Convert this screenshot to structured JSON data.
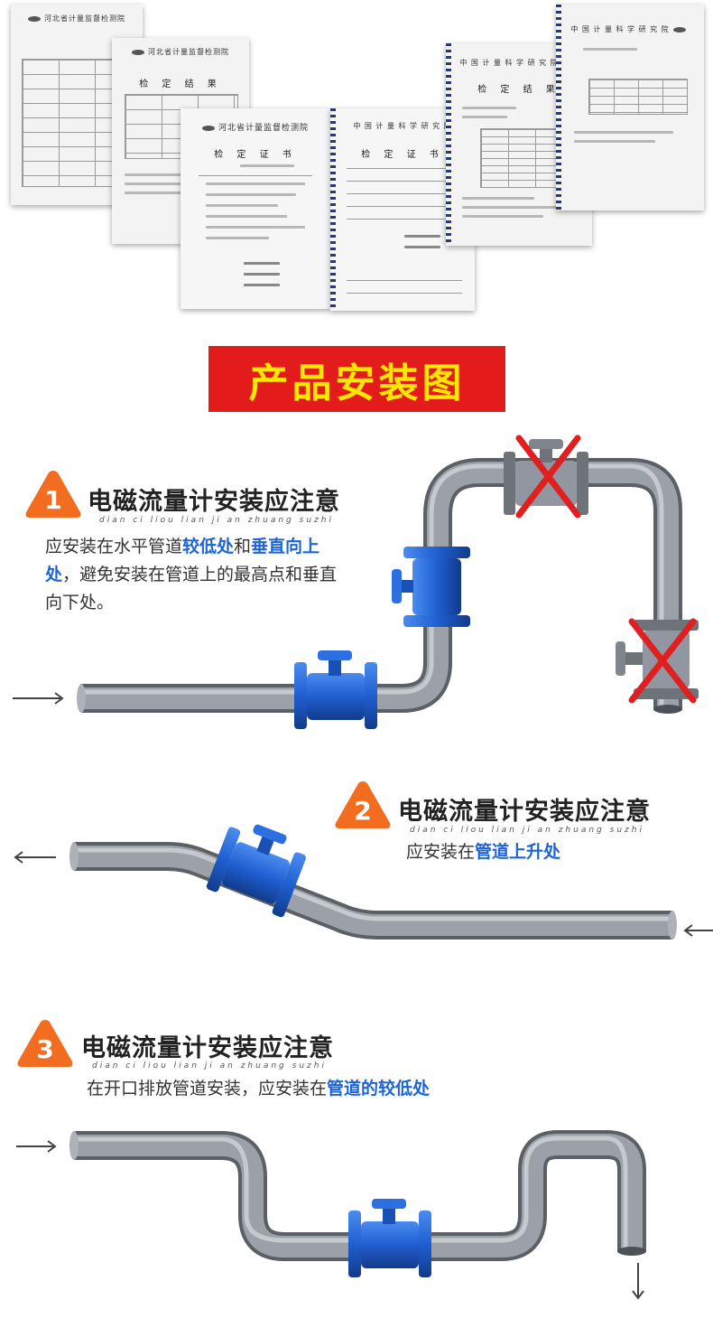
{
  "documents": [
    {
      "institute": "河北省计量监督检测院",
      "title": ""
    },
    {
      "institute": "河北省计量监督检测院",
      "title": "检 定 结 果"
    },
    {
      "institute": "河北省计量监督检测院",
      "title": "检 定 证 书"
    },
    {
      "institute": "中 国 计 量 科 学 研 究 院",
      "title": "检 定 证 书"
    },
    {
      "institute": "中 国 计 量 科 学 研 究 院",
      "title": "检 定 结 果"
    },
    {
      "institute": "中 国 计 量 科 学 研 究 院",
      "title": ""
    }
  ],
  "banner": {
    "text": "产品安装图",
    "bg": "#e31b1b",
    "color": "#ffe600"
  },
  "sections": [
    {
      "number": "1",
      "title": "电磁流量计安装应注意",
      "pinyin": "dian ci liou lian ji an zhuang suzhi",
      "desc": [
        {
          "text": "应安装在水平管道",
          "hl": false
        },
        {
          "text": "较低处",
          "hl": true
        },
        {
          "text": "和",
          "hl": false
        },
        {
          "text": "垂直向上处",
          "hl": true
        },
        {
          "text": "，避免安装在管道上的最高点和垂直向下处。",
          "hl": false
        }
      ]
    },
    {
      "number": "2",
      "title": "电磁流量计安装应注意",
      "pinyin": "dian ci liou lian ji an zhuang suzhi",
      "desc": [
        {
          "text": "应安装在",
          "hl": false
        },
        {
          "text": "管道上升处",
          "hl": true
        }
      ]
    },
    {
      "number": "3",
      "title": "电磁流量计安装应注意",
      "pinyin": "dian ci liou lian ji an zhuang suzhi",
      "desc": [
        {
          "text": "在开口排放管道安装，应安装在",
          "hl": false
        },
        {
          "text": "管道的较低处",
          "hl": true
        }
      ]
    }
  ],
  "colors": {
    "badge": "#f26d1f",
    "highlight": "#1c64d8",
    "pipe": "#8a8f96",
    "meter": "#1f5fd1",
    "forbidden": "#e02020"
  },
  "icons": [
    "right-arrow-icon",
    "left-arrow-icon",
    "down-arrow-icon",
    "forbidden-x-icon"
  ]
}
